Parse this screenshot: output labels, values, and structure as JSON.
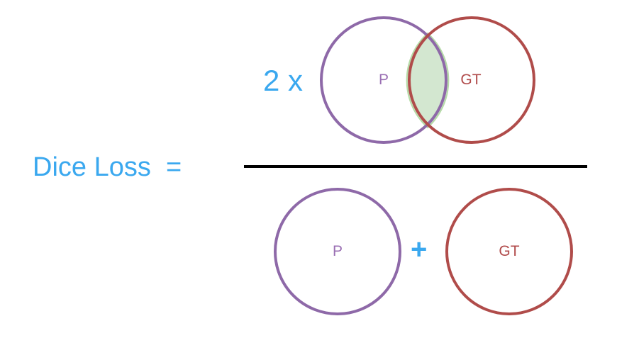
{
  "equation": {
    "lhs": "Dice Loss",
    "equals": "=",
    "coefficient": "2 x",
    "operator": "+"
  },
  "sets": {
    "prediction": {
      "label": "P",
      "stroke": "#8e69a8",
      "text_color": "#9a6fb3"
    },
    "ground_truth": {
      "label": "GT",
      "stroke": "#b04c4a",
      "text_color": "#b04a4a"
    },
    "intersection": {
      "fill": "#d3e7d0",
      "stroke": "#b5dba7"
    }
  },
  "colors": {
    "accent": "#3aa8ef",
    "fraction_bar": "#000000"
  }
}
